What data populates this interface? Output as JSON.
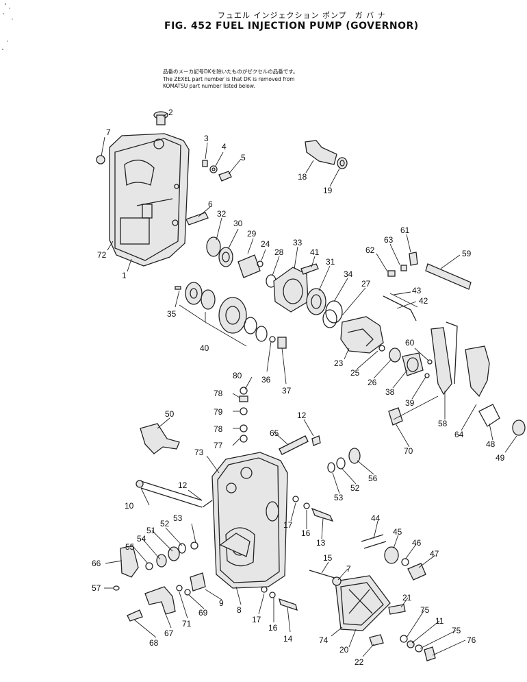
{
  "figure": {
    "title_jp": "フュエル インジェクション ポンプ　ガ バ ナ",
    "title_en": "FIG. 452  FUEL  INJECTION  PUMP  (GOVERNOR)",
    "notes": [
      "品番のメーカ記号DKを除いたものがゼクセルの品番です。",
      "The ZEXEL part number is that DK is removed from",
      "KOMATSU part number listed below."
    ]
  },
  "callouts": [
    "1",
    "2",
    "3",
    "4",
    "5",
    "6",
    "7",
    "72",
    "18",
    "19",
    "32",
    "30",
    "29",
    "24",
    "28",
    "33",
    "41",
    "31",
    "34",
    "27",
    "61",
    "63",
    "62",
    "59",
    "35",
    "40",
    "36",
    "37",
    "43",
    "42",
    "23",
    "25",
    "26",
    "38",
    "60",
    "39",
    "58",
    "64",
    "48",
    "49",
    "70",
    "80",
    "78",
    "79",
    "78",
    "77",
    "50",
    "12",
    "65",
    "73",
    "56",
    "52",
    "53",
    "10",
    "12",
    "17",
    "16",
    "13",
    "44",
    "45",
    "46",
    "47",
    "53",
    "52",
    "51",
    "54",
    "55",
    "66",
    "57",
    "15",
    "7",
    "9",
    "69",
    "71",
    "67",
    "68",
    "8",
    "17",
    "16",
    "14",
    "21",
    "75",
    "11",
    "75",
    "74",
    "20",
    "76",
    "22"
  ]
}
